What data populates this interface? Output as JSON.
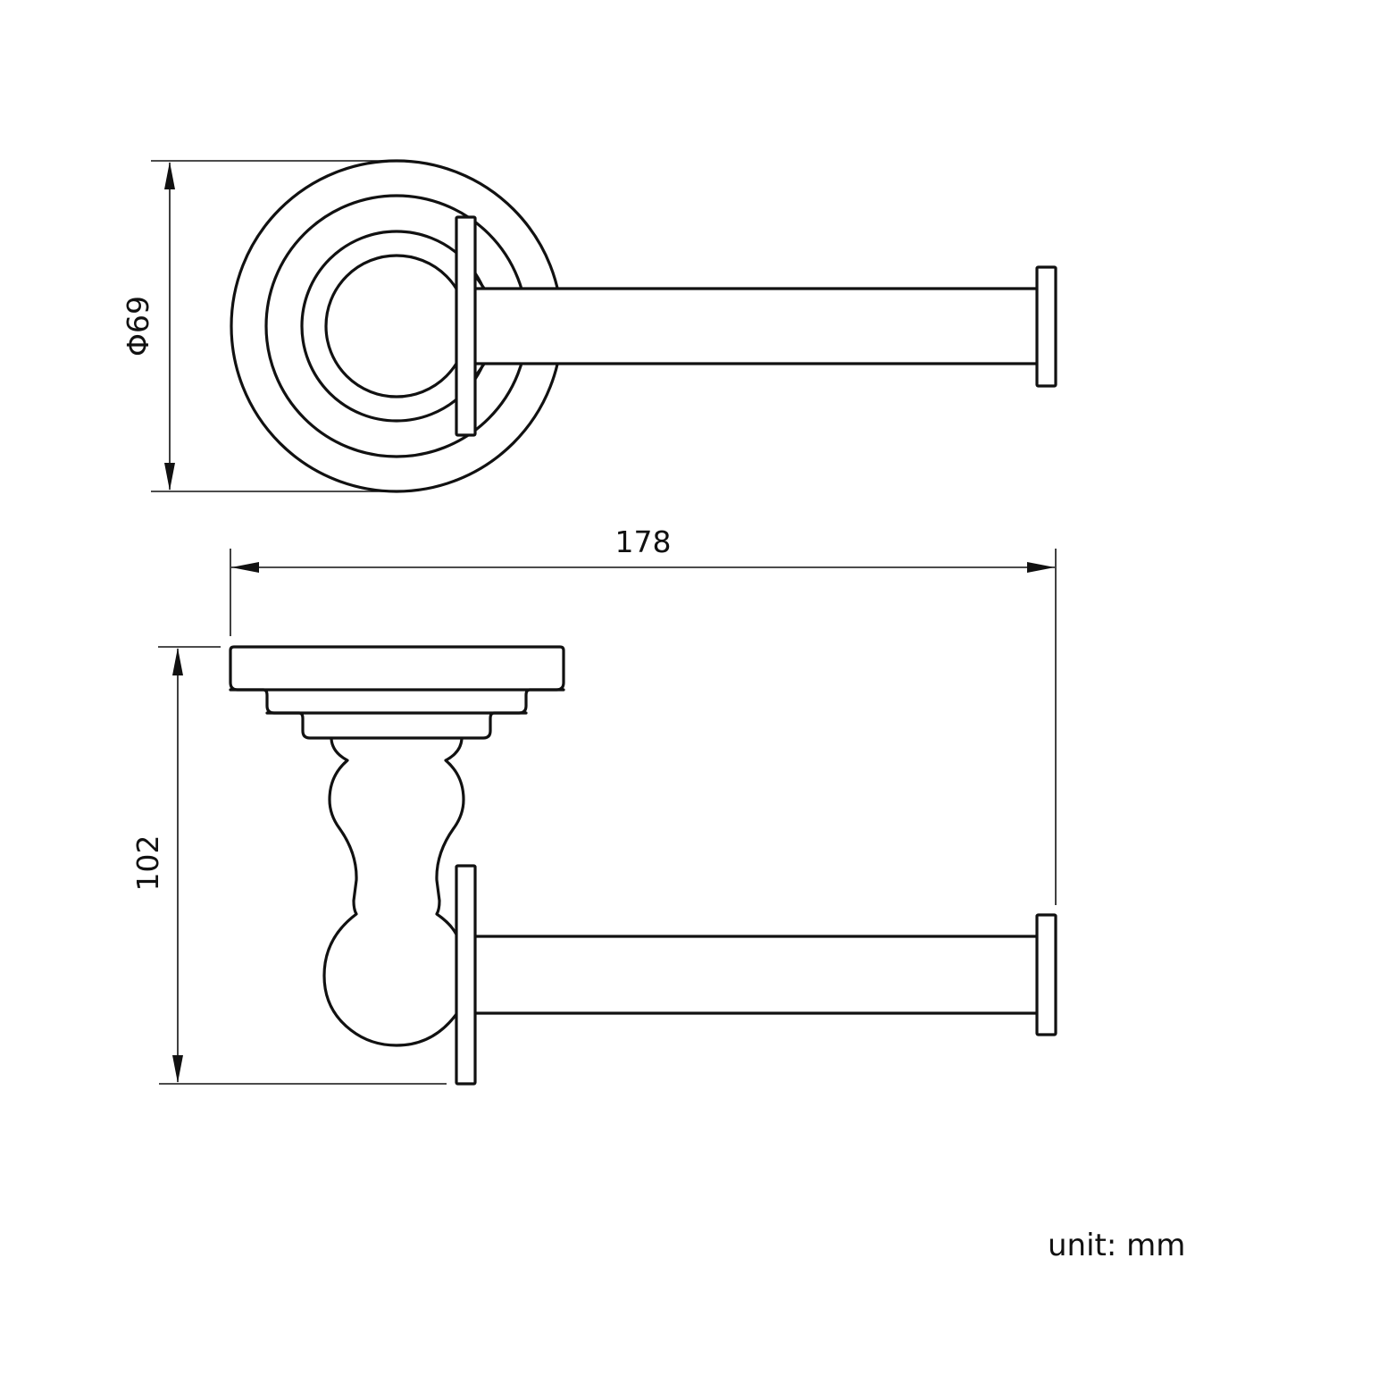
{
  "drawing": {
    "subject": "toilet roll holder technical drawing",
    "views": [
      {
        "name": "front-view",
        "description": "circular rosette base with horizontal arm"
      },
      {
        "name": "side-view",
        "description": "base plate with turned post and horizontal arm"
      }
    ]
  },
  "dimensions": {
    "diameter": {
      "label": "Φ69",
      "value": 69,
      "orientation": "vertical"
    },
    "length": {
      "label": "178",
      "value": 178,
      "orientation": "horizontal"
    },
    "height": {
      "label": "102",
      "value": 102,
      "orientation": "vertical"
    }
  },
  "footer": {
    "unit_label": "unit: mm"
  },
  "colors": {
    "line": "#111111",
    "background": "#ffffff"
  }
}
